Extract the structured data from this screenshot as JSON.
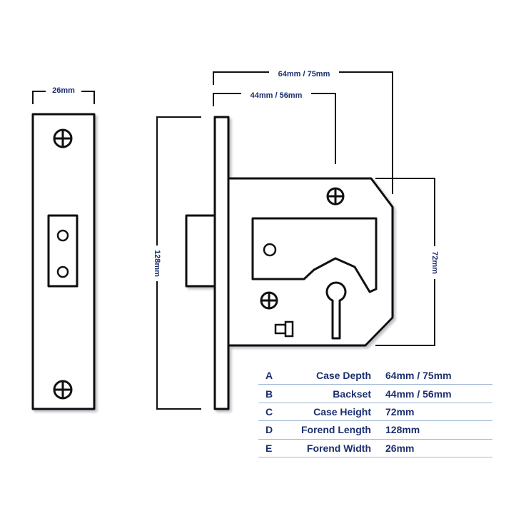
{
  "dimension_labels": {
    "forend_width": "26mm",
    "forend_length": "128mm",
    "case_depth": "64mm / 75mm",
    "backset": "44mm / 56mm",
    "case_height": "72mm"
  },
  "specs": [
    {
      "letter": "A",
      "name": "Case Depth",
      "value": "64mm / 75mm"
    },
    {
      "letter": "B",
      "name": "Backset",
      "value": "44mm / 56mm"
    },
    {
      "letter": "C",
      "name": "Case Height",
      "value": "72mm"
    },
    {
      "letter": "D",
      "name": "Forend Length",
      "value": "128mm"
    },
    {
      "letter": "E",
      "name": "Forend Width",
      "value": "26mm"
    }
  ],
  "colors": {
    "label_text": "#1b2f6e",
    "table_rule": "#9fb6d6",
    "outline": "#111111",
    "shadow": "#c8cbd0"
  }
}
